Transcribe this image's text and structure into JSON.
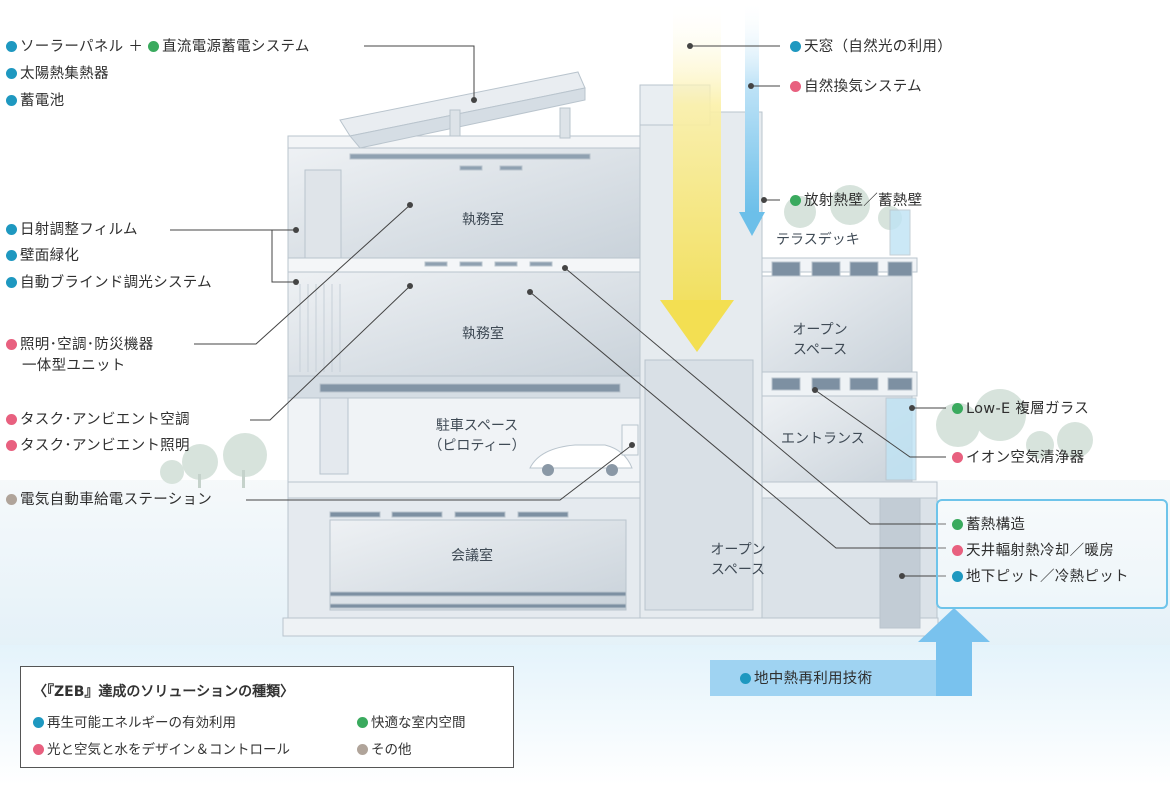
{
  "colors": {
    "teal": "#1e98c0",
    "pink": "#e8607f",
    "green": "#3aaa5e",
    "gray": "#b0a49a",
    "ground_band": "#d3ecf8",
    "highlight_border": "#6ec4ea",
    "geo_arrow": "#79c2ee",
    "sun_arrow": "#f5e05a"
  },
  "labels": {
    "solar_panel": "ソーラーパネル ＋",
    "dc_storage": "直流電源蓄電システム",
    "solar_collector": "太陽熱集熱器",
    "battery": "蓄電池",
    "sun_film": "日射調整フィルム",
    "wall_green": "壁面緑化",
    "auto_blind": "自動ブラインド調光システム",
    "integrated_unit_1": "照明･空調･防災機器",
    "integrated_unit_2": "一体型ユニット",
    "task_ac": "タスク･アンビエント空調",
    "task_light": "タスク･アンビエント照明",
    "ev_station": "電気自動車給電ステーション",
    "skylight": "天窓（自然光の利用）",
    "natural_vent": "自然換気システム",
    "radiant_wall": "放射熱壁／蓄熱壁",
    "low_e": "Low-E 複層ガラス",
    "ion_air": "イオン空気清浄器",
    "thermal_storage": "蓄熱構造",
    "ceiling_radiant": "天井輻射熱冷却／暖房",
    "pit": "地下ピット／冷熱ピット",
    "geothermal": "地中熱再利用技術"
  },
  "rooms": {
    "office_upper": "執務室",
    "office_lower": "執務室",
    "parking_1": "駐車スペース",
    "parking_2": "（ピロティー）",
    "meeting": "会議室",
    "terrace": "テラスデッキ",
    "open_space_upper_1": "オープン",
    "open_space_upper_2": "スペース",
    "entrance": "エントランス",
    "open_space_lower_1": "オープン",
    "open_space_lower_2": "スペース"
  },
  "legend": {
    "title": "〈『ZEB』達成のソリューションの種類〉",
    "items": [
      {
        "text": "再生可能エネルギーの有効利用",
        "color": "teal"
      },
      {
        "text": "快適な室内空間",
        "color": "green"
      },
      {
        "text": "光と空気と水をデザイン＆コントロール",
        "color": "pink"
      },
      {
        "text": "その他",
        "color": "gray"
      }
    ]
  }
}
